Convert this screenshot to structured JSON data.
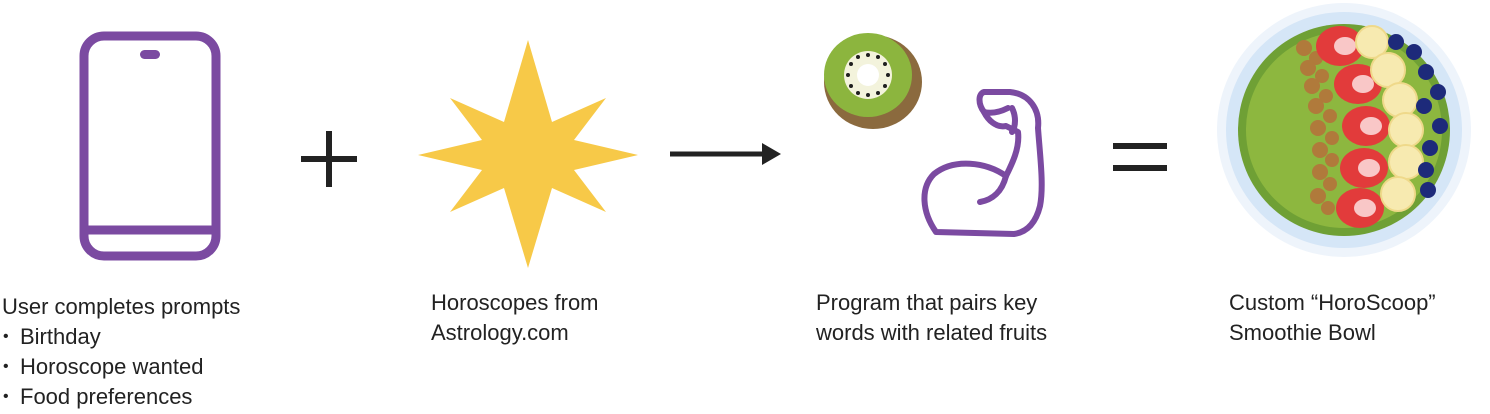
{
  "steps": {
    "user": {
      "heading": "User completes prompts",
      "bullets": [
        "Birthday",
        "Horoscope wanted",
        "Food preferences"
      ],
      "icon": "smartphone-icon"
    },
    "horoscope": {
      "line1": "Horoscopes from",
      "line2": "Astrology.com",
      "icon": "star-sparkle-icon"
    },
    "program": {
      "line1": "Program that pairs key",
      "line2": "words with related fruits",
      "icons": [
        "kiwi-icon",
        "flexed-bicep-icon"
      ]
    },
    "result": {
      "line1": "Custom “HoroScoop”",
      "line2": "Smoothie Bowl",
      "icon": "smoothie-bowl-icon"
    }
  },
  "operators": [
    "plus-sign",
    "arrow-right",
    "equals-sign"
  ],
  "colors": {
    "purple": "#7b4aa1",
    "star": "#f7c948",
    "kiwi_green": "#8cb53e",
    "kiwi_skin": "#8b6a3e",
    "bowl_green": "#7fae3d",
    "strawberry": "#e23b3b",
    "banana": "#f7eab0",
    "blueberry": "#1d2a7a",
    "text": "#222222"
  }
}
